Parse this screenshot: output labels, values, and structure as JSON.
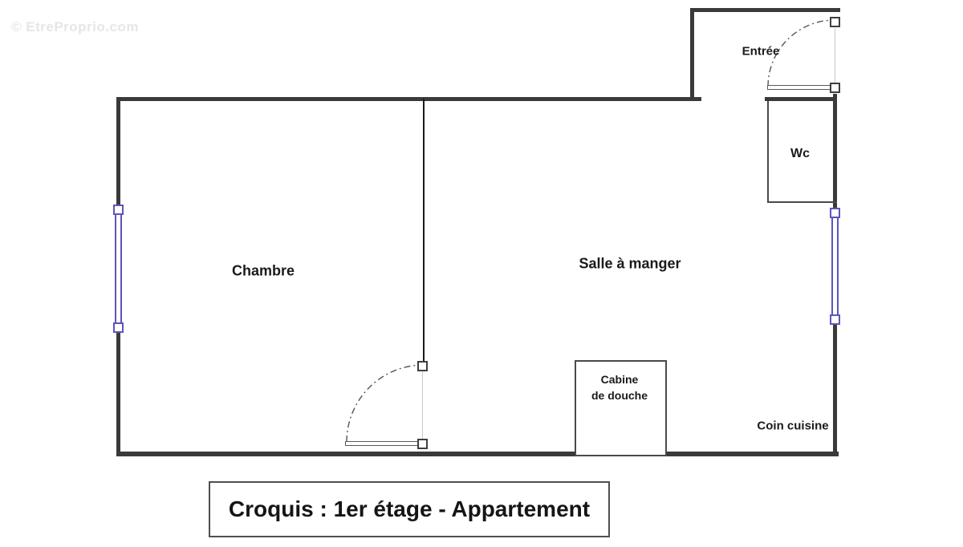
{
  "watermark": {
    "text": "© EtreProprio.com"
  },
  "rooms": {
    "chambre": "Chambre",
    "salle_a_manger": "Salle à manger",
    "entree": "Entrée",
    "wc": "Wc",
    "cabine_line1": "Cabine",
    "cabine_line2": "de douche",
    "coin_cuisine": "Coin cuisine"
  },
  "title": {
    "text": "Croquis : 1er étage - Appartement"
  },
  "colors": {
    "wall": "#3a3a3a",
    "thinwall": "#4a4a4a",
    "window": "#5d55bd",
    "text": "#1a1a1a",
    "watermark": "#e6e6e6"
  }
}
